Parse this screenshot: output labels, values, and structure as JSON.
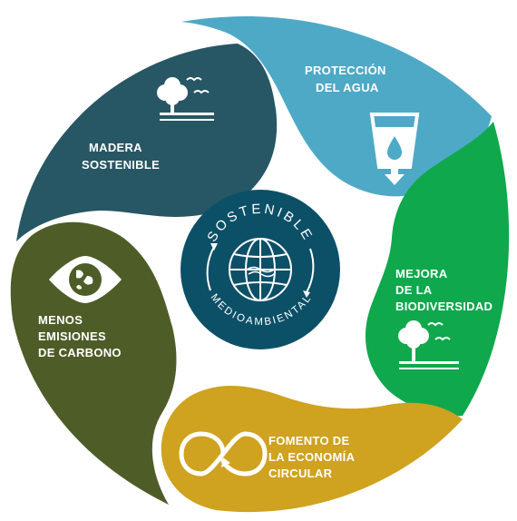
{
  "diagram": {
    "segments": [
      {
        "id": "madera",
        "lines": [
          "MADERA",
          "SOSTENIBLE"
        ],
        "color": "#275664",
        "icon": "tree-birds-icon"
      },
      {
        "id": "agua",
        "lines": [
          "PROTECCIÓN",
          "DEL AGUA"
        ],
        "color": "#4ea9c6",
        "icon": "water-filter-icon"
      },
      {
        "id": "biodiversidad",
        "lines": [
          "MEJORA",
          "DE LA",
          "BIODIVERSIDAD"
        ],
        "color": "#0fa84d",
        "icon": "tree-birds-icon"
      },
      {
        "id": "economia",
        "lines": [
          "FOMENTO DE",
          "LA ECONOMÍA",
          "CIRCULAR"
        ],
        "color": "#cfa21f",
        "icon": "infinity-loop-icon"
      },
      {
        "id": "carbono",
        "lines": [
          "MENOS",
          "EMISIONES",
          "DE CARBONO"
        ],
        "color": "#4e5d28",
        "icon": "eye-globe-icon"
      }
    ],
    "center": {
      "top_text": "SOSTENIBLE",
      "bottom_text": "MEDIOAMBIENTAL",
      "color": "#0c5068",
      "icon": "globe-icon"
    }
  }
}
